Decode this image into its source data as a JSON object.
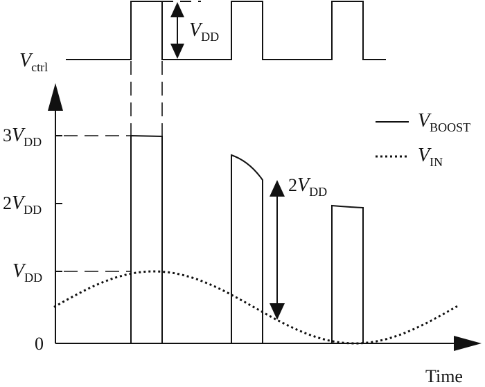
{
  "labels": {
    "v_ctrl": {
      "main": "V",
      "sub": "ctrl"
    },
    "vdd_top": {
      "main": "V",
      "sub": "DD"
    },
    "y_3vdd": {
      "pre": "3",
      "main": "V",
      "sub": "DD"
    },
    "y_2vdd": {
      "pre": "2",
      "main": "V",
      "sub": "DD"
    },
    "y_vdd": {
      "main": "V",
      "sub": "DD"
    },
    "y_zero": "0",
    "swing_2vdd": {
      "pre": "2",
      "main": "V",
      "sub": "DD"
    },
    "x_axis": "Time"
  },
  "legend": [
    {
      "style": "solid",
      "main": "V",
      "sub": "BOOST"
    },
    {
      "style": "dotted",
      "main": "V",
      "sub": "IN"
    }
  ],
  "colors": {
    "ink": "#111111",
    "background": "#ffffff"
  }
}
